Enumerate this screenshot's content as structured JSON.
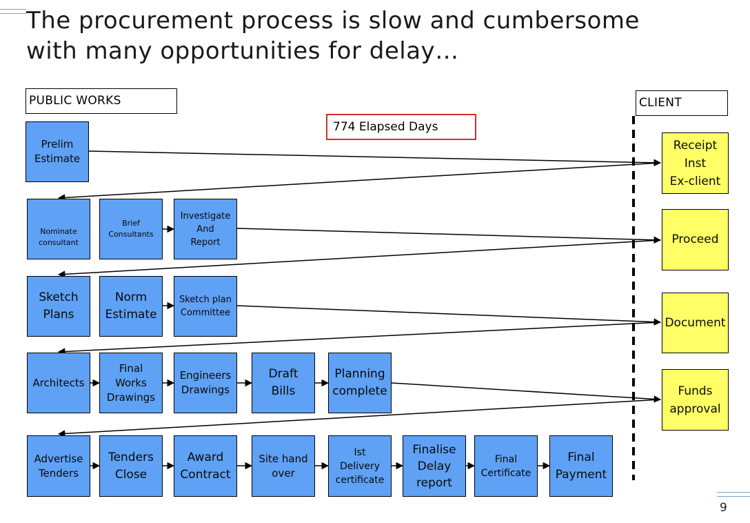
{
  "title": {
    "line1": "The procurement process is slow and cumbersome",
    "line2": "with many opportunities for delay…"
  },
  "labels": {
    "public_works": "PUBLIC WORKS",
    "client": "CLIENT",
    "elapsed": "774 Elapsed Days"
  },
  "colors": {
    "public_works_box": "#5fa1f4",
    "client_box": "#ffff66",
    "elapsed_border": "#d62b2b"
  },
  "public_works": {
    "row1": [
      "Prelim\nEstimate"
    ],
    "row2": [
      "Nominate\nconsultant",
      "Brief\nConsultants",
      "Investigate\nAnd\nReport"
    ],
    "row3": [
      "Sketch\nPlans",
      "Norm\nEstimate",
      "Sketch plan\nCommittee"
    ],
    "row4": [
      "Architects",
      "Final\nWorks\nDrawings",
      "Engineers\nDrawings",
      "Draft\nBills",
      "Planning\ncomplete"
    ],
    "row5": [
      "Advertise\nTenders",
      "Tenders\nClose",
      "Award\nContract",
      "Site hand\nover",
      "Ist\nDelivery\ncertificate",
      "Finalise\nDelay\nreport",
      "Final\nCertificate",
      "Final\nPayment"
    ]
  },
  "client": [
    "Receipt\nInst\nEx-client",
    "Proceed",
    "Document",
    "Funds\napproval"
  ],
  "page_number": "9"
}
